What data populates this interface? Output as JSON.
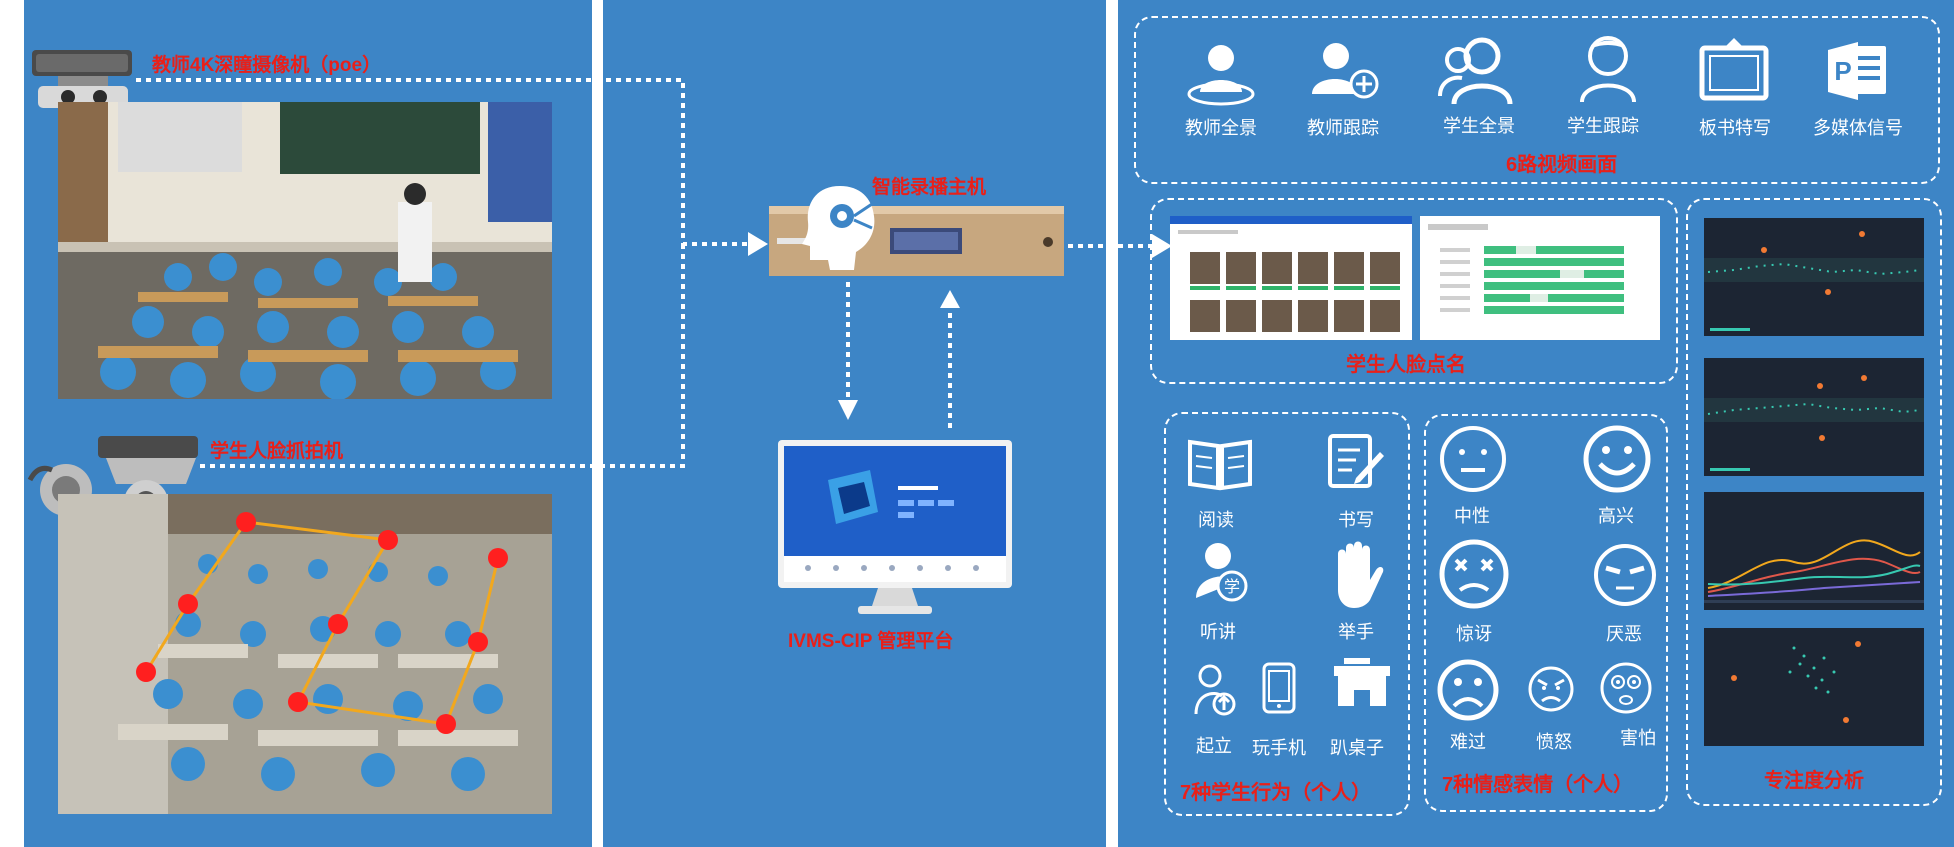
{
  "left": {
    "teacher_camera_label": "教师4K深瞳摄像机（poe）",
    "student_camera_label": "学生人脸抓拍机"
  },
  "middle": {
    "host_label": "智能录播主机",
    "platform_label": "IVMS-CIP 管理平台"
  },
  "right": {
    "video_channels": {
      "title": "6路视频画面",
      "items": [
        {
          "label": "教师全景",
          "icon": "teacher-panorama-icon"
        },
        {
          "label": "教师跟踪",
          "icon": "teacher-tracking-icon"
        },
        {
          "label": "学生全景",
          "icon": "student-panorama-icon"
        },
        {
          "label": "学生跟踪",
          "icon": "student-tracking-icon"
        },
        {
          "label": "板书特写",
          "icon": "blackboard-closeup-icon"
        },
        {
          "label": "多媒体信号",
          "icon": "multimedia-signal-icon"
        }
      ]
    },
    "face_attendance_title": "学生人脸点名",
    "behaviors": {
      "title": "7种学生行为（个人）",
      "items": [
        {
          "label": "阅读",
          "icon": "book-icon"
        },
        {
          "label": "书写",
          "icon": "writing-icon"
        },
        {
          "label": "听讲",
          "icon": "listening-icon"
        },
        {
          "label": "举手",
          "icon": "raise-hand-icon"
        },
        {
          "label": "起立",
          "icon": "stand-up-icon"
        },
        {
          "label": "玩手机",
          "icon": "phone-icon"
        },
        {
          "label": "趴桌子",
          "icon": "desk-icon"
        }
      ]
    },
    "emotions": {
      "title": "7种情感表情（个人）",
      "items": [
        {
          "label": "中性",
          "icon": "neutral-face-icon"
        },
        {
          "label": "高兴",
          "icon": "happy-face-icon"
        },
        {
          "label": "惊讶",
          "icon": "surprised-face-icon"
        },
        {
          "label": "厌恶",
          "icon": "disgust-face-icon"
        },
        {
          "label": "难过",
          "icon": "sad-face-icon"
        },
        {
          "label": "愤怒",
          "icon": "angry-face-icon"
        },
        {
          "label": "害怕",
          "icon": "fear-face-icon"
        }
      ]
    },
    "focus_title": "专注度分析"
  },
  "colors": {
    "panel_blue": "#3d85c6",
    "label_red": "#e8201a",
    "line_white": "#ffffff"
  }
}
